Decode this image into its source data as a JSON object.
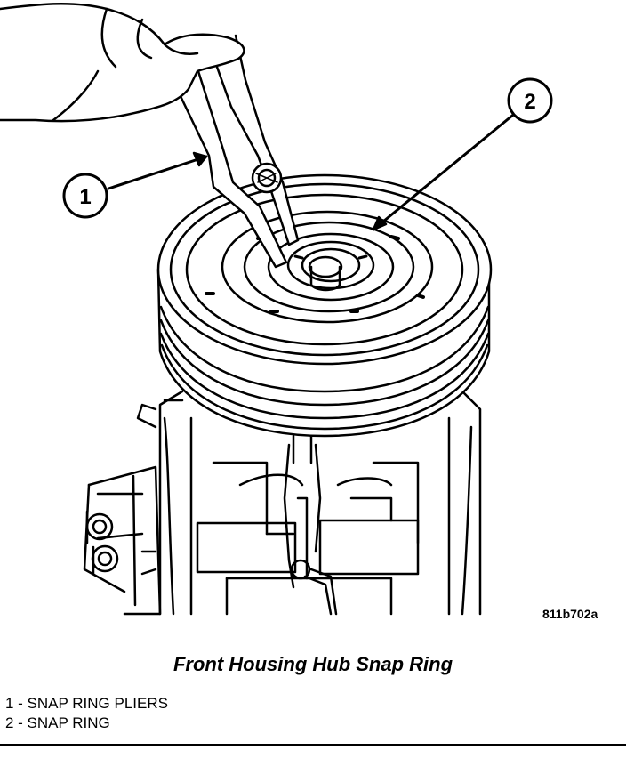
{
  "callouts": [
    {
      "number": "1"
    },
    {
      "number": "2"
    }
  ],
  "figure_id": "811b702a",
  "caption": "Front Housing Hub Snap Ring",
  "legend": [
    {
      "number": "1",
      "label": "SNAP RING PLIERS",
      "text": "1 - SNAP RING PLIERS"
    },
    {
      "number": "2",
      "label": "SNAP RING",
      "text": "2 - SNAP RING"
    }
  ]
}
